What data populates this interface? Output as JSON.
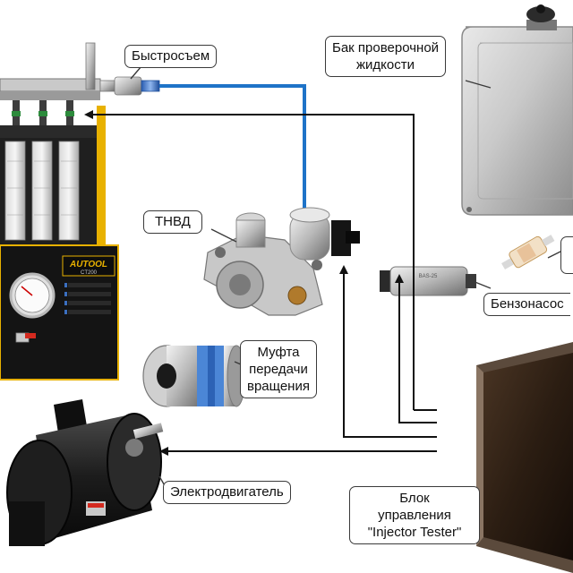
{
  "labels": {
    "quick_connector": "Быстросъем",
    "tank": [
      "Бак проверочной",
      "жидкости"
    ],
    "hp_pump": "ТНВД",
    "coupling": [
      "Муфта",
      "передачи",
      "вращения"
    ],
    "fuel_pump": "Бензонасос",
    "motor": "Электродвигатель",
    "control_unit": [
      "Блок",
      "управления",
      "\"Injector Tester\""
    ]
  },
  "device_text": {
    "brand": "AUTOOL",
    "model": "CT200",
    "pump_marking": "BAS-25"
  },
  "colors": {
    "fuel_line": "#1e73c8",
    "control_line": "#111111",
    "label_border": "#3a3a3a",
    "tester_body": "#1b1b1b",
    "tester_accent": "#e8b100"
  }
}
